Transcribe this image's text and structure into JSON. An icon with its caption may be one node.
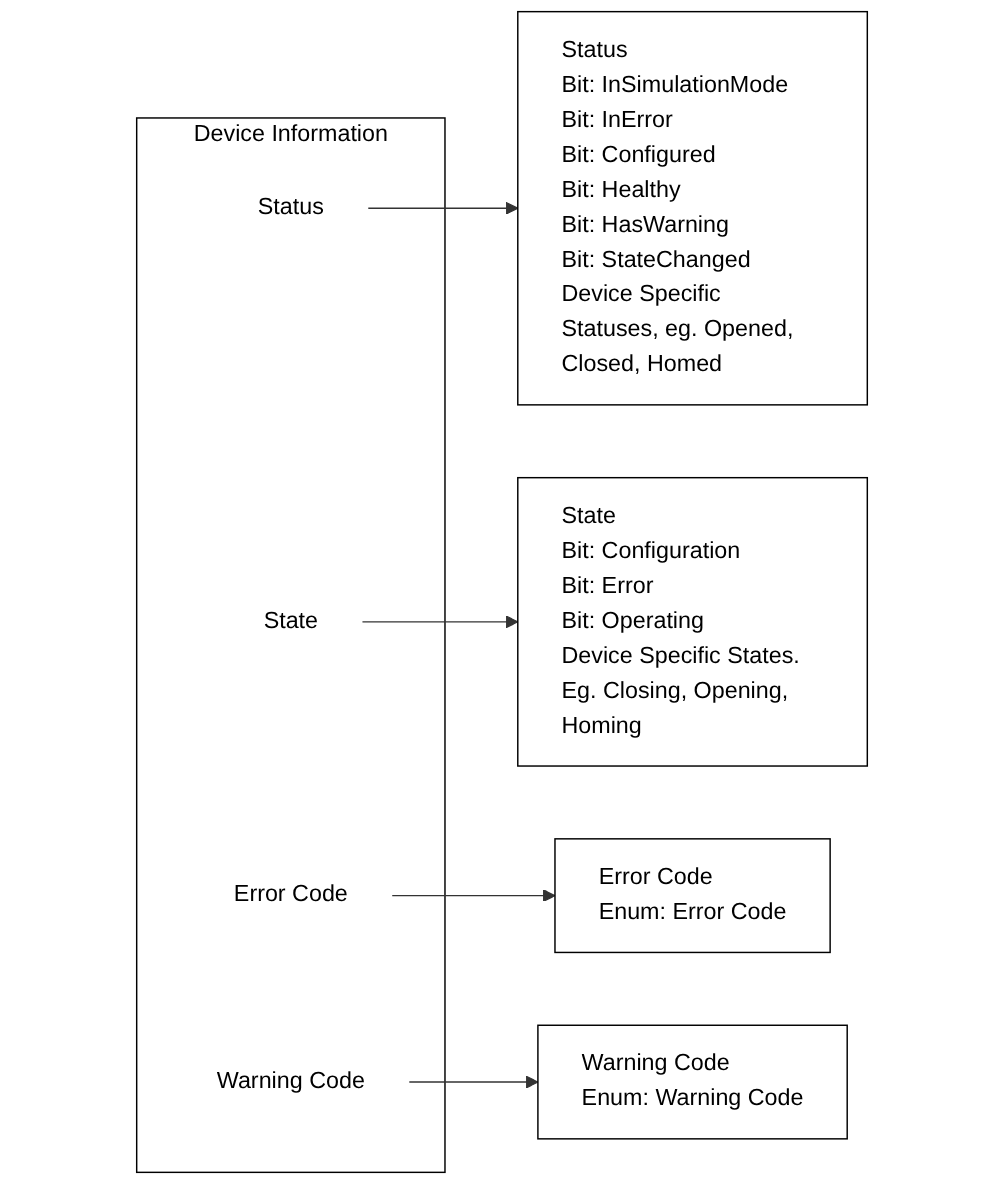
{
  "diagram": {
    "nodes": [
      {
        "text": [
          "Device Information"
        ]
      },
      {
        "text": [
          "Status"
        ],
        "in": 0
      },
      {
        "text": [
          "State"
        ],
        "in": 0
      },
      {
        "text": [
          "Error Code"
        ],
        "in": 0
      },
      {
        "text": [
          "Warning Code"
        ],
        "in": 0
      },
      {
        "text": [
          "State",
          "Bit: Configuration",
          "Bit: Error",
          "Bit: Operating",
          "Device Specific States. Eg. Closing, Opening, Homing"
        ]
      },
      {
        "text": [
          "Error Code",
          "Enum: Error Code"
        ]
      },
      {
        "text": [
          "Status",
          "Bit: InSimulationMode",
          "Bit: InError",
          "Bit: Configured",
          "Bit: Healthy",
          "Bit: HasWarning",
          "Bit: StateChanged",
          "Device Specific Statuses, eg. Opened, Closed, Homed"
        ]
      },
      {
        "text": [
          "Warning Code",
          "Enum: Warning Code"
        ]
      }
    ],
    "edges": [
      {
        "from": 1,
        "to": 7,
        "arrow": "to"
      },
      {
        "from": 2,
        "to": 5,
        "arrow": "to"
      },
      {
        "from": 3,
        "to": 6,
        "arrow": "to"
      },
      {
        "from": 4,
        "to": 8,
        "arrow": "to"
      }
    ]
  }
}
